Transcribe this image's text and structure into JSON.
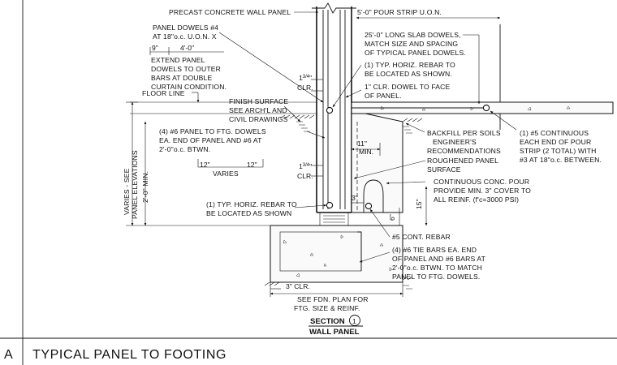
{
  "detail": {
    "marker": "A",
    "title": "TYPICAL PANEL TO FOOTING",
    "section_label": "SECTION",
    "section_number": "1",
    "section_subtitle": "WALL PANEL"
  },
  "notes": {
    "precast_panel": "PRECAST CONCRETE WALL PANEL",
    "pour_strip": "5'-0\" POUR STRIP U.O.N.",
    "panel_dowels": [
      "PANEL DOWELS #4",
      "AT 18\"o.c. U.O.N. X"
    ],
    "extend_dowels": [
      "EXTEND PANEL",
      "DOWELS TO OUTER",
      "BARS AT DOUBLE",
      "CURTAIN CONDITION."
    ],
    "slab_dowels": [
      "25'-0\" LONG SLAB DOWELS,",
      "MATCH SIZE AND SPACING",
      "OF TYPICAL PANEL DOWELS."
    ],
    "horiz_rebar_top": [
      "(1) TYP. HORIZ. REBAR TO",
      "BE LOCATED AS SHOWN."
    ],
    "clr_dowel": [
      "1\" CLR. DOWEL TO FACE",
      "OF PANEL."
    ],
    "finish_surface": [
      "FINISH SURFACE",
      "SEE ARCH'L AND",
      "CIVIL DRAWINGS"
    ],
    "floor_line": "FLOOR LINE",
    "panel_to_ftg_dowels": [
      "(4) #6 PANEL TO FTG. DOWELS",
      "EA. END OF PANEL AND #6 AT",
      "2'-0\"o.c. BTWN."
    ],
    "backfill": [
      "BACKFILL PER SOILS",
      "ENGINEER'S",
      "RECOMMENDATIONS"
    ],
    "continuous_5": [
      "(1) #5 CONTINUOUS",
      "EACH END OF POUR",
      "STRIP (2 TOTAL) WITH",
      "#3 AT 18\"o.c. BETWEEN."
    ],
    "roughened": [
      "ROUGHENED PANEL",
      "SURFACE"
    ],
    "continuous_pour": [
      "CONTINUOUS CONC. POUR",
      "PROVIDE MIN. 3\" COVER TO",
      "ALL REINF. (f'c=3000 PSI)"
    ],
    "horiz_rebar_bottom": [
      "(1) TYP. HORIZ. REBAR TO",
      "BE LOCATED AS SHOWN"
    ],
    "cont_rebar": "#5 CONT. REBAR",
    "tie_bars": [
      "(4) #6 TIE BARS EA. END",
      "OF PANEL AND #6 BARS AT",
      "2'-0\"o.c. BTWN. TO MATCH",
      "PANEL TO FTG. DOWELS."
    ],
    "fdn_plan": [
      "SEE FDN. PLAN FOR",
      "FTG. SIZE & REINF."
    ],
    "varies": "VARIES",
    "varies_panel": [
      "VARIES - SEE",
      "PANEL ELEVATIONS"
    ],
    "min_2ft": "2'-0\" MIN."
  },
  "dimensions": {
    "d9": "9\"",
    "d4ft": "4'-0\"",
    "d_clr_top": "1",
    "d_clr_top_frac": "3/4",
    "d_clr_top_unit": "\"",
    "clr": "CLR.",
    "d_clr_mid": "1",
    "d_clr_mid_frac": "3/4",
    "d_clr_mid_unit": "\"",
    "d11": "11\"",
    "min": "MIN.",
    "d12a": "12\"",
    "d12b": "12\"",
    "d3": "3\"",
    "d6": "6\"",
    "d15": "15\"",
    "d3clr": "3\" CLR."
  }
}
